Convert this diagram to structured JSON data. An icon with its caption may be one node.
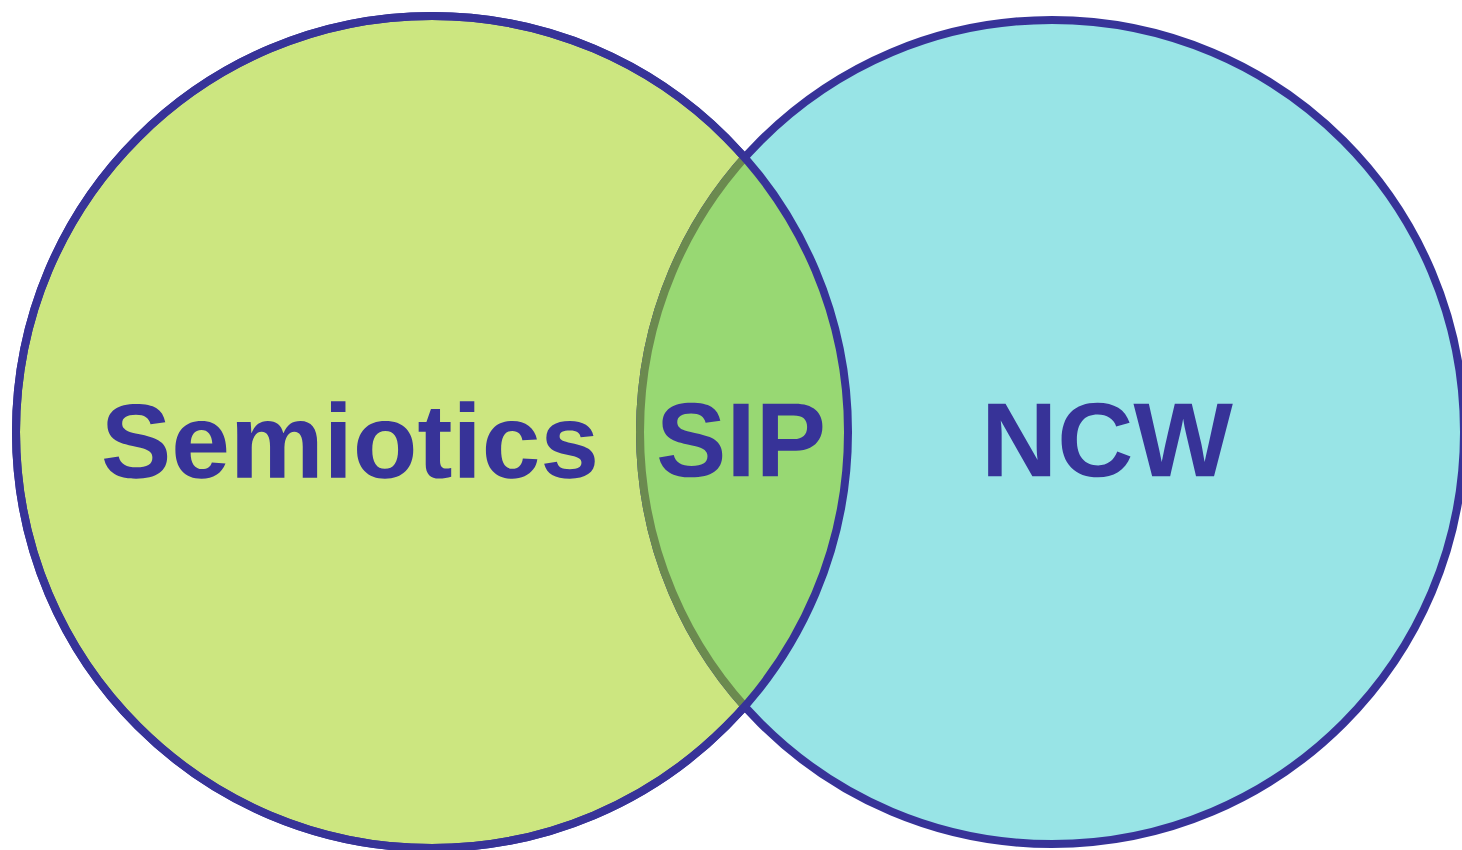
{
  "diagram": {
    "nodes": [
      {
        "text": [
          "Semiotics"
        ]
      },
      {
        "text": [
          "NCW"
        ]
      }
    ],
    "labels": [
      "SIP"
    ]
  }
}
